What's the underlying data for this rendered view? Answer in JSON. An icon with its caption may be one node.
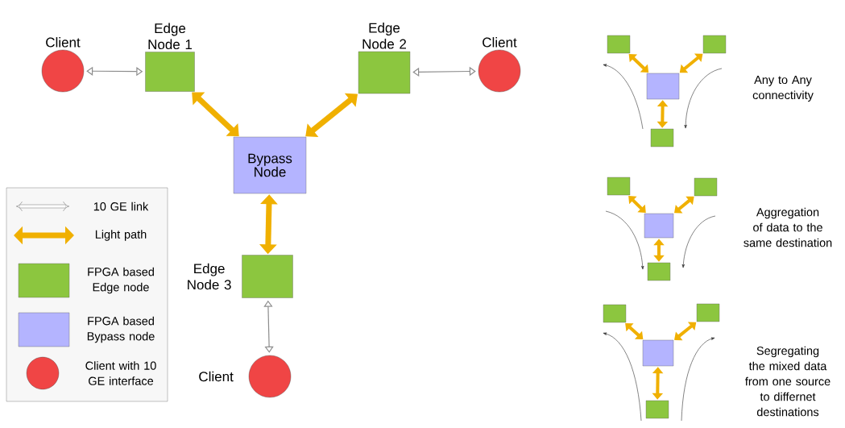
{
  "diagram": {
    "nodes": [
      {
        "text": [
          "Client"
        ]
      },
      {
        "text": [
          "Edge Node 1"
        ]
      },
      {
        "text": [
          "Edge Node 2"
        ]
      },
      {
        "text": [
          "Client"
        ]
      },
      {
        "text": [
          "Bypass Node"
        ]
      },
      {
        "text": [
          "Edge Node 3"
        ]
      },
      {
        "text": [
          "Client"
        ]
      },
      {
        "text": [],
        "shape": "box"
      },
      {
        "text": [],
        "shape": "box"
      },
      {
        "text": [],
        "shape": "box"
      },
      {
        "text": [],
        "shape": "box"
      },
      {
        "text": [],
        "shape": "box"
      },
      {
        "text": [],
        "shape": "box"
      },
      {
        "text": [],
        "shape": "box"
      },
      {
        "text": [],
        "shape": "box"
      },
      {
        "text": [],
        "shape": "box"
      },
      {
        "text": [],
        "shape": "box"
      },
      {
        "text": [],
        "shape": "box"
      },
      {
        "text": [],
        "shape": "box"
      }
    ],
    "edges": [
      {
        "from": 0,
        "to": 1,
        "arrow": "both",
        "color": "#8c8c8c"
      },
      {
        "from": 1,
        "to": 4,
        "arrow": "both"
      },
      {
        "from": 4,
        "to": 2,
        "arrow": "both"
      },
      {
        "from": 2,
        "to": 3,
        "arrow": "both",
        "color": "#8c8c8c"
      },
      {
        "from": 4,
        "to": 5,
        "arrow": "both"
      },
      {
        "from": 5,
        "to": 6,
        "arrow": "both",
        "color": "#8c8c8c"
      },
      {
        "from": 7,
        "to": 9,
        "arrow": "both"
      },
      {
        "from": 8,
        "to": 9,
        "arrow": "both"
      },
      {
        "from": 9,
        "to": 10,
        "arrow": "both"
      },
      {
        "from": 11,
        "to": 13,
        "arrow": "both"
      },
      {
        "from": 12,
        "to": 13,
        "arrow": "both"
      },
      {
        "from": 13,
        "to": 14,
        "arrow": "both"
      },
      {
        "from": 15,
        "to": 17,
        "arrow": "both"
      },
      {
        "from": 16,
        "to": 17,
        "arrow": "both"
      },
      {
        "from": 17,
        "to": 18,
        "arrow": "both"
      }
    ],
    "labels": [
      "Any to Any connectivity",
      "Aggregation of data to the same destination",
      "Segregating the mixed data from one source to differnet destinations"
    ],
    "legend": [
      {
        "text": "10 GE link"
      },
      {
        "text": "Light path"
      },
      {
        "text": "FPGA based Edge node",
        "color": "#8cc63f"
      },
      {
        "text": "FPGA based Bypass node",
        "color": "#b4b4ff"
      },
      {
        "text": "Client with 10 GE interface",
        "color": "#f04545"
      }
    ]
  }
}
